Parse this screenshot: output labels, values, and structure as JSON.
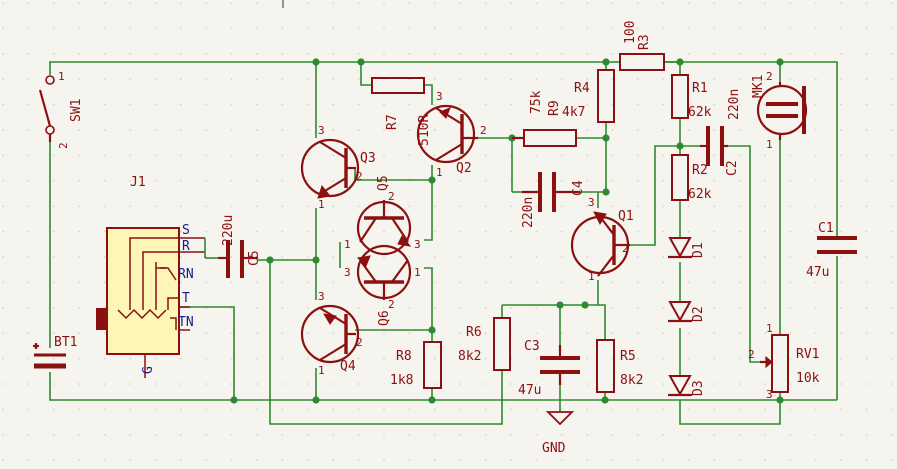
{
  "refs": {
    "sw1": "SW1",
    "j1": "J1",
    "bt1": "BT1",
    "c5": "C5",
    "q3": "Q3",
    "q4": "Q4",
    "q5": "Q5",
    "q6": "Q6",
    "q2": "Q2",
    "q1": "Q1",
    "r7": "R7",
    "r8": "R8",
    "r9": "R9",
    "r4": "R4",
    "r3": "R3",
    "r1": "R1",
    "r2": "R2",
    "r6": "R6",
    "r5": "R5",
    "c4": "C4",
    "c3": "C3",
    "c2": "C2",
    "c1": "C1",
    "mk1": "MK1",
    "d1": "D1",
    "d2": "D2",
    "d3": "D3",
    "rv1": "RV1"
  },
  "values": {
    "c5": "220u",
    "r7": "510R",
    "r8": "1k8",
    "r9": "75k",
    "r4": "4k7",
    "r3": "100",
    "r1": "62k",
    "r2": "62k",
    "r6": "8k2",
    "r5": "8k2",
    "c4": "220n",
    "c3": "47u",
    "c2": "220n",
    "c1": "47u",
    "rv1": "10k"
  },
  "jack_pins": [
    "S",
    "R",
    "RN",
    "T",
    "TN",
    "G"
  ],
  "power": {
    "gnd": "GND",
    "plus": "+"
  },
  "pins": [
    "1",
    "2",
    "3"
  ]
}
